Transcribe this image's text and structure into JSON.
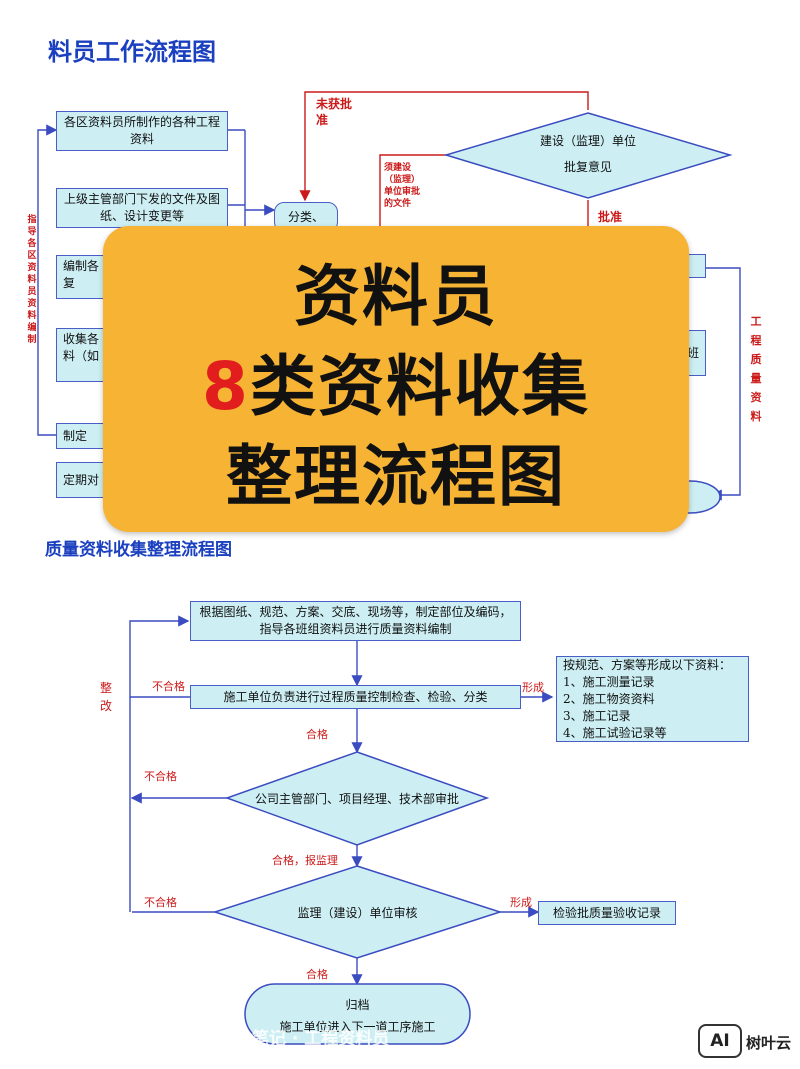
{
  "top": {
    "title": "料员工作流程图",
    "boxes": [
      "各区资料员所制作的各种工程资料",
      "上级主管部门下发的文件及图纸、设计变更等",
      "编制各",
      "复",
      "收集各",
      "料（如",
      "制定",
      "定期对"
    ],
    "left_vertical": "指导各区资料员资料编制",
    "sort_box": "分类、",
    "diamond": {
      "line1": "建设（监理）单位",
      "line2": "批复意见"
    },
    "labels": {
      "not_approved": "未获批准",
      "approved": "批准",
      "need_review": "须建设（监理）单位审批的文件"
    },
    "right_vertical": "工程质量资料",
    "right_box_text": "班"
  },
  "banner": {
    "line1": "资料员",
    "num": "8",
    "line2_rest": "类资料收集",
    "line3": "整理流程图"
  },
  "bottom": {
    "title": "质量资料收集整理流程图",
    "box1": "根据图纸、规范、方案、交底、现场等，制定部位及编码，指导各班组资料员进行质量资料编制",
    "box2": "施工单位负责进行过程质量控制检查、检验、分类",
    "right_list": {
      "title": "按规范、方案等形成以下资料：",
      "items": [
        "1、施工测量记录",
        "2、施工物资资料",
        "3、施工记录",
        "4、施工试验记录等"
      ]
    },
    "diamond1": "公司主管部门、项目经理、技术部审批",
    "diamond2": "监理（建设）单位审核",
    "result_box": "检验批质量验收记录",
    "archive": {
      "line1": "归档",
      "line2": "施工单位进入下一道工序施工"
    },
    "labels": {
      "rectify": "整改",
      "fail": "不合格",
      "pass": "合格",
      "form": "形成",
      "pass_report": "合格，报监理"
    }
  },
  "watermark": "笔记 · 工程资料员",
  "brand": {
    "badge": "AI",
    "name": "树叶云"
  }
}
